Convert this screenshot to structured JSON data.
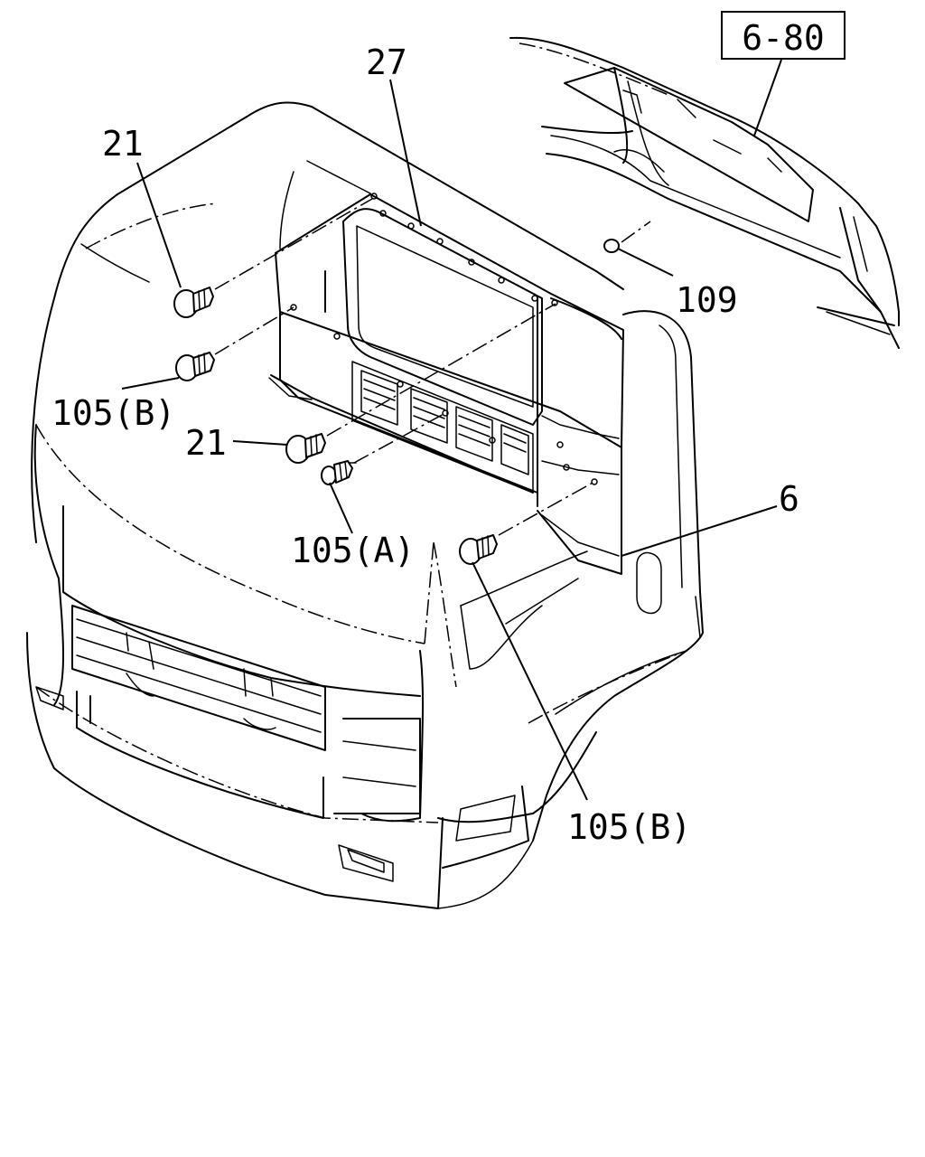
{
  "diagram": {
    "reference_box": "6-80",
    "callouts": {
      "c27": "27",
      "c21_top": "21",
      "c105b_left": "105(B)",
      "c21_mid": "21",
      "c105a": "105(A)",
      "c6": "6",
      "c109": "109",
      "c105b_bottom": "105(B)"
    }
  }
}
